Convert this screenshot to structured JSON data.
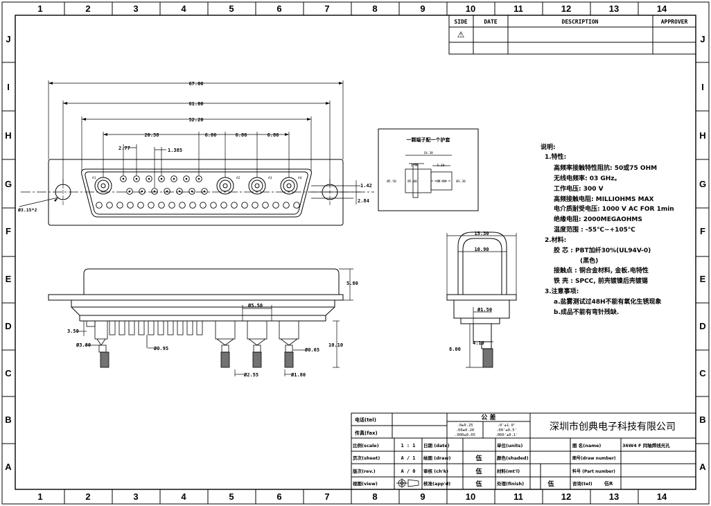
{
  "grid": {
    "cols": [
      "1",
      "2",
      "3",
      "4",
      "5",
      "6",
      "7",
      "8",
      "9",
      "10",
      "11",
      "12",
      "13",
      "14"
    ],
    "rows": [
      "J",
      "I",
      "H",
      "G",
      "F",
      "E",
      "D",
      "C",
      "B",
      "A"
    ]
  },
  "revision": {
    "side": "SIDE",
    "date": "DATE",
    "description": "DESCRIPTION",
    "approver": "APPROVER",
    "rev_symbol": "⚠"
  },
  "front_view": {
    "dim_overall": "67.00",
    "dim_flange": "61.00",
    "dim_body": "52.20",
    "dim_pitch1": "20.58",
    "dim_pitch2": "6.86",
    "dim_pitch3": "6.86",
    "dim_pitch4": "6.86",
    "dim_pin_pitch": "2.77",
    "dim_pin_offset": "1.385",
    "dim_row1": "1.42",
    "dim_row2": "2.84",
    "dim_hole": "Ø3.15*2",
    "coax_labels": [
      "A1",
      "A2",
      "A3",
      "A4"
    ]
  },
  "inset": {
    "title": "一颗端子配一个护套",
    "dim_a": "10.30",
    "dim_b": "3.90",
    "dim_c": "5.30",
    "dim_d": "Ø5.50",
    "dim_e": "Ø5.00",
    "dim_f": "Ø2.20",
    "dim_g": "Ø3.30"
  },
  "side_view": {
    "dim_height": "5.80",
    "dim_coax_dia": "Ø5.50",
    "dim_left_height": "3.50",
    "dim_coax_outer": "Ø3.80",
    "dim_pin": "Ø0.95",
    "dim_total": "10.10",
    "dim_coax_small": "Ø0.65",
    "dim_base1": "Ø2.55",
    "dim_base2": "Ø1.80"
  },
  "end_view": {
    "dim_width": "15.30",
    "dim_inner": "10.90",
    "dim_pin": "Ø1.50",
    "dim_tail": "4.10",
    "dim_total": "8.00"
  },
  "notes": {
    "heading": "说明:",
    "lines": [
      "1.特性:",
      "高频率接触特性阻抗: 50或75 OHM",
      "无线电频率: 03 GHz。",
      "工作电压: 300 V",
      "高频接触电阻: MILLIOHMS MAX",
      "电介质耐受电压: 1000 V AC FOR 1min",
      "绝缘电阻: 2000MEGAOHMS",
      "温度范围 : -55℃~+105℃",
      "2.材料:",
      "胶 芯 : PBT加纤30%(UL94V-0)",
      "(黑色)",
      "接触点 : 铜合金材料, 金板.电特性",
      "铁 壳 : SPCC, 前壳镀镍后壳镀锡",
      "3.注意事项:",
      "a.盐雾测试过48H不能有氧化生锈现象",
      "b.成品不能有弯针残缺."
    ]
  },
  "title_block": {
    "tel_label": "电话(tel)",
    "fax_label": "传真(fax)",
    "tolerance_label": "公 差",
    "tol_col1": [
      ".0±0.25",
      ".00±0.20",
      ".000±0.05"
    ],
    "tol_col2": [
      ".0'±1.0'",
      ".00'±0.5'",
      ".000'±0.1'"
    ],
    "company": "深圳市创典电子科技有限公司",
    "scale_label": "比例(scale)",
    "scale_value": "1 : 1",
    "date_label": "日期 (date)",
    "units_label": "单位(units)",
    "name_label": "图 名(name)",
    "name_value": "36W4 F 同轴焊线光孔",
    "sheet_label": "页次(sheet)",
    "sheet_value": "A / 1",
    "drawn_label": "绘图 (draw)",
    "drawn_value": "伍",
    "shaded_label": "颜色(shaded)",
    "drawing_no_label": "图号(draw number)",
    "rev_label": "版次(rev.)",
    "rev_value": "A / 0",
    "checked_label": "审核 (ch'k)",
    "checked_value": "伍",
    "material_label": "材料(mt'l)",
    "part_no_label": "料号 (Part number)",
    "view_label": "视图(view)",
    "approved_label": "核准(app'd)",
    "approved_value": "伍",
    "finish_label": "处理(finish)",
    "finish_value": "伍",
    "contact_label": "咨询(tel)",
    "contact_value": "伍R"
  }
}
